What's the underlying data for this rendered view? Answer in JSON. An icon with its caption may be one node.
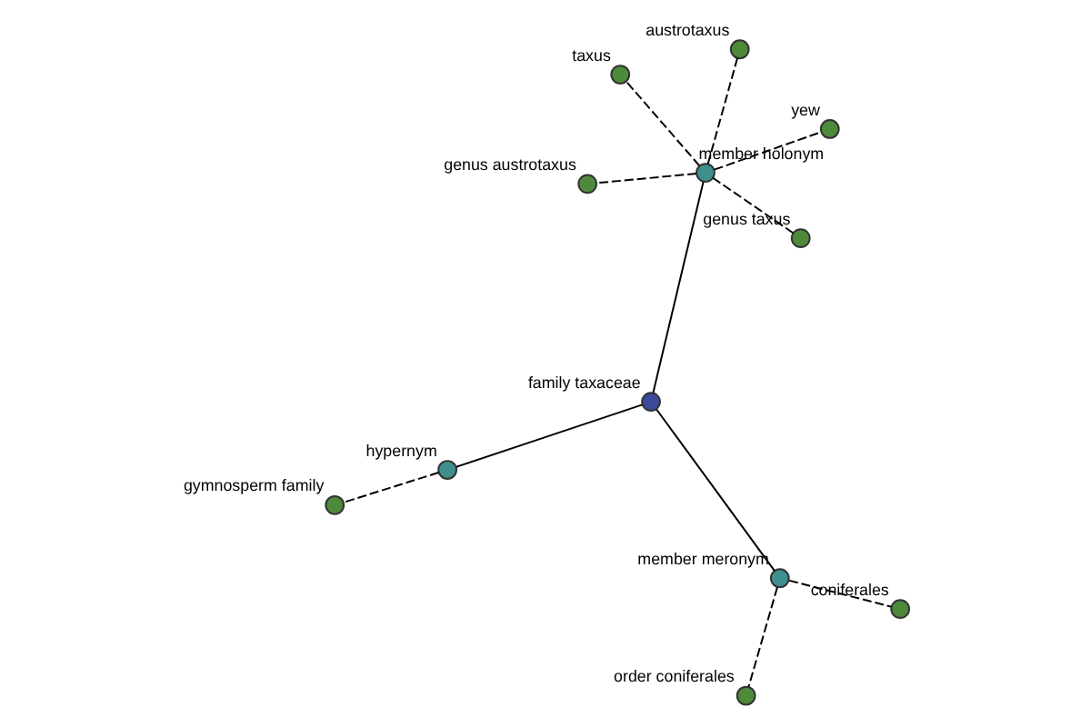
{
  "diagram": {
    "nodes": [
      {
        "text": [],
        "shape": "circle",
        "beside": [
          "genus austrotaxus"
        ]
      },
      {
        "text": [],
        "shape": "circle",
        "beside": [
          "yew"
        ]
      },
      {
        "text": [],
        "shape": "circle",
        "beside": [
          "genus taxus"
        ]
      },
      {
        "text": [],
        "shape": "circle",
        "beside": [
          "austrotaxus"
        ]
      },
      {
        "text": [],
        "shape": "circle",
        "beside": [
          "member holonym"
        ]
      },
      {
        "text": [],
        "shape": "circle",
        "beside": [
          "taxus"
        ]
      },
      {
        "text": [],
        "shape": "circle",
        "beside": [
          "family taxaceae"
        ]
      },
      {
        "text": [],
        "shape": "circle",
        "beside": [
          "coniferales"
        ]
      },
      {
        "text": [],
        "shape": "circle",
        "beside": [
          "member meronym"
        ]
      },
      {
        "text": [],
        "shape": "circle",
        "beside": [
          "order coniferales"
        ]
      },
      {
        "text": [],
        "shape": "circle",
        "beside": [
          "hypernym"
        ]
      },
      {
        "text": [],
        "shape": "circle",
        "beside": [
          "gymnosperm family"
        ]
      }
    ],
    "edges": [
      {
        "from": 6,
        "to": 4,
        "arrow": "none"
      },
      {
        "from": 6,
        "to": 8,
        "arrow": "none"
      },
      {
        "from": 6,
        "to": 10,
        "arrow": "none"
      },
      {
        "from": 4,
        "to": 0,
        "arrow": "none",
        "style": "dashed"
      },
      {
        "from": 4,
        "to": 1,
        "arrow": "none",
        "style": "dashed"
      },
      {
        "from": 4,
        "to": 2,
        "arrow": "none",
        "style": "dashed"
      },
      {
        "from": 4,
        "to": 3,
        "arrow": "none",
        "style": "dashed"
      },
      {
        "from": 4,
        "to": 5,
        "arrow": "none",
        "style": "dashed"
      },
      {
        "from": 8,
        "to": 7,
        "arrow": "none",
        "style": "dashed"
      },
      {
        "from": 8,
        "to": 9,
        "arrow": "none",
        "style": "dashed"
      },
      {
        "from": 10,
        "to": 11,
        "arrow": "none",
        "style": "dashed"
      }
    ]
  }
}
